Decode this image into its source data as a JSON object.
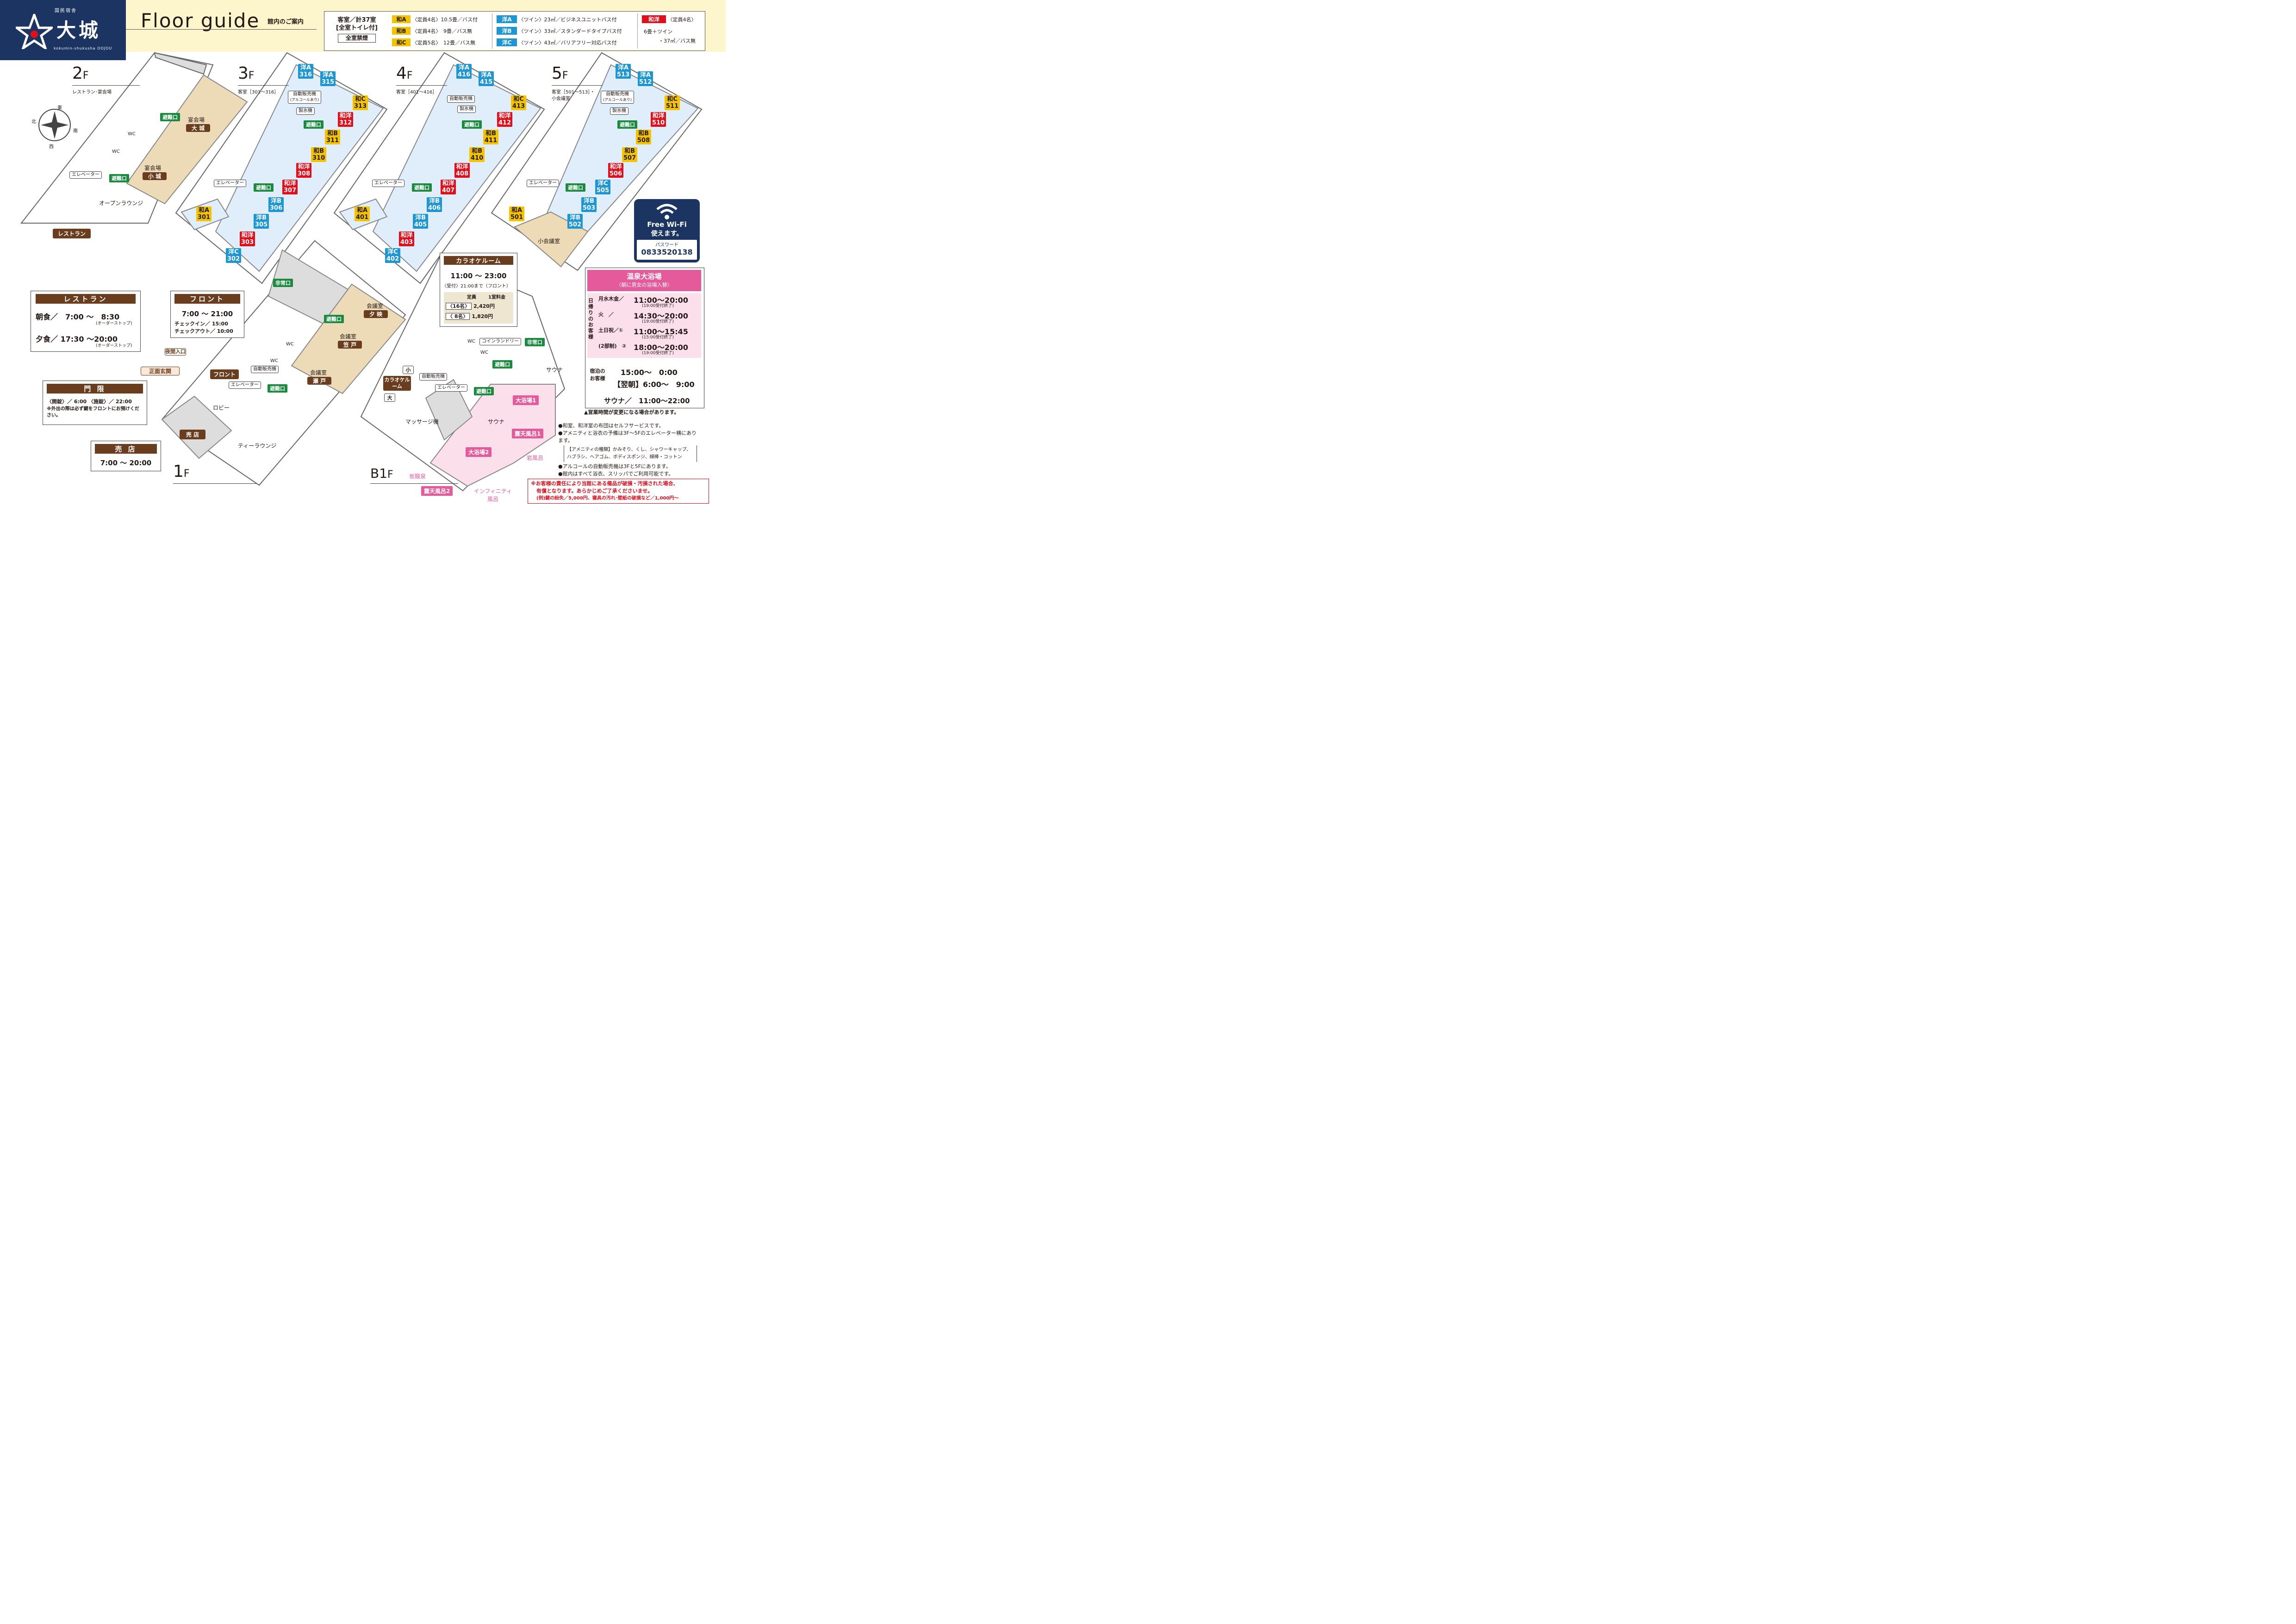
{
  "header": {
    "logo_small": "国民宿舎",
    "logo_main": "大城",
    "logo_roman": "kokumin-shukusha OOJOU",
    "title": "Floor guide",
    "title_jp": "館内のご案内"
  },
  "legend": {
    "rooms_total": "客室／計37室",
    "toilet": "[全室トイレ付]",
    "no_smoking": "全室禁煙",
    "items": [
      {
        "tag": "和A",
        "kind": "wa",
        "desc": "〈定員4名〉10.5畳／バス付"
      },
      {
        "tag": "和B",
        "kind": "wa",
        "desc": "〈定員4名〉　9畳／バス無"
      },
      {
        "tag": "和C",
        "kind": "wa",
        "desc": "〈定員5名〉　12畳／バス無"
      },
      {
        "tag": "洋A",
        "kind": "yo",
        "desc": "〈ツイン〉23㎡／ビジネスユニットバス付"
      },
      {
        "tag": "洋B",
        "kind": "yo",
        "desc": "〈ツイン〉33㎡／スタンダードタイプバス付"
      },
      {
        "tag": "洋C",
        "kind": "yo",
        "desc": "〈ツイン〉43㎡／バリアフリー対応バス付"
      },
      {
        "tag": "和洋",
        "kind": "wy",
        "desc": "〈定員4名〉"
      }
    ],
    "wayo_detail_1": "6畳＋ツイン",
    "wayo_detail_2": "・37㎡／バス無"
  },
  "floors": {
    "f2": {
      "label": "2",
      "sub": "レストラン･宴会場"
    },
    "f3": {
      "label": "3",
      "sub": "客室［301～316］"
    },
    "f4": {
      "label": "4",
      "sub": "客室［401～416］"
    },
    "f5": {
      "label": "5",
      "sub": "客室［501～513］・",
      "sub2": "小会議室"
    },
    "f1": {
      "label": "1"
    },
    "fb1": {
      "label": "B1"
    }
  },
  "compass": {
    "n": "北",
    "e": "東",
    "s": "南",
    "w": "西"
  },
  "labels": {
    "exit": "避難口",
    "emergency": "非常口",
    "elevator": "エレベーター",
    "vending": "自動販売機",
    "vending_alc": "(アルコールあり)",
    "ice": "製氷機",
    "wc": "WC",
    "banquet": "宴会場",
    "banquet_big": "大 城",
    "banquet_small": "小 城",
    "open_lounge": "オープンラウンジ",
    "restaurant": "レストラン",
    "front": "フロント",
    "lobby": "ロビー",
    "tea_lounge": "ティーラウンジ",
    "shop": "売 店",
    "night_entrance": "夜間入口",
    "main_entrance": "正面玄関",
    "meeting": "会議室",
    "meeting_yuba": "夕 映",
    "meeting_kasado": "笠 戸",
    "meeting_seto": "瀬 戸",
    "small_meeting": "小会議室",
    "karaoke_room": "カラオケルーム",
    "karaoke_big": "大",
    "karaoke_small": "小",
    "coin_laundry": "コインランドリー",
    "massage": "マッサージ機",
    "sauna": "サウナ",
    "bath1": "大浴場1",
    "bath2": "大浴場2",
    "roten1": "露天風呂1",
    "roten2": "露天風呂2",
    "iwa": "岩風呂",
    "tansan": "炭酸泉",
    "infinity": "インフィニティ風呂"
  },
  "rooms": {
    "r3": [
      {
        "t": "洋A",
        "n": "316",
        "k": "yo"
      },
      {
        "t": "洋A",
        "n": "315",
        "k": "yo"
      },
      {
        "t": "和C",
        "n": "313",
        "k": "wa"
      },
      {
        "t": "和洋",
        "n": "312",
        "k": "wy"
      },
      {
        "t": "和B",
        "n": "311",
        "k": "wa"
      },
      {
        "t": "和B",
        "n": "310",
        "k": "wa"
      },
      {
        "t": "和洋",
        "n": "308",
        "k": "wy"
      },
      {
        "t": "和洋",
        "n": "307",
        "k": "wy"
      },
      {
        "t": "洋B",
        "n": "306",
        "k": "yo"
      },
      {
        "t": "洋B",
        "n": "305",
        "k": "yo"
      },
      {
        "t": "和洋",
        "n": "303",
        "k": "wy"
      },
      {
        "t": "洋C",
        "n": "302",
        "k": "yo"
      },
      {
        "t": "和A",
        "n": "301",
        "k": "wa"
      }
    ],
    "r4": [
      {
        "t": "洋A",
        "n": "416",
        "k": "yo"
      },
      {
        "t": "洋A",
        "n": "415",
        "k": "yo"
      },
      {
        "t": "和C",
        "n": "413",
        "k": "wa"
      },
      {
        "t": "和洋",
        "n": "412",
        "k": "wy"
      },
      {
        "t": "和B",
        "n": "411",
        "k": "wa"
      },
      {
        "t": "和B",
        "n": "410",
        "k": "wa"
      },
      {
        "t": "和洋",
        "n": "408",
        "k": "wy"
      },
      {
        "t": "和洋",
        "n": "407",
        "k": "wy"
      },
      {
        "t": "洋B",
        "n": "406",
        "k": "yo"
      },
      {
        "t": "洋B",
        "n": "405",
        "k": "yo"
      },
      {
        "t": "和洋",
        "n": "403",
        "k": "wy"
      },
      {
        "t": "洋C",
        "n": "402",
        "k": "yo"
      },
      {
        "t": "和A",
        "n": "401",
        "k": "wa"
      }
    ],
    "r5": [
      {
        "t": "洋A",
        "n": "513",
        "k": "yo"
      },
      {
        "t": "洋A",
        "n": "512",
        "k": "yo"
      },
      {
        "t": "和C",
        "n": "511",
        "k": "wa"
      },
      {
        "t": "和洋",
        "n": "510",
        "k": "wy"
      },
      {
        "t": "和B",
        "n": "508",
        "k": "wa"
      },
      {
        "t": "和B",
        "n": "507",
        "k": "wa"
      },
      {
        "t": "和洋",
        "n": "506",
        "k": "wy"
      },
      {
        "t": "洋C",
        "n": "505",
        "k": "yo"
      },
      {
        "t": "洋B",
        "n": "503",
        "k": "yo"
      },
      {
        "t": "洋B",
        "n": "502",
        "k": "yo"
      },
      {
        "t": "和A",
        "n": "501",
        "k": "wa"
      }
    ]
  },
  "restaurant_box": {
    "title": "レストラン",
    "breakfast": "朝食／　7:00 ～　8:30",
    "breakfast_note": "(オーダーストップ)",
    "dinner": "夕食／ 17:30 ～20:00",
    "dinner_note": "(オーダーストップ)"
  },
  "front_box": {
    "title": "フロント",
    "hours": "7:00 ～ 21:00",
    "checkin": "チェックイン／ 15:00",
    "checkout": "チェックアウト／ 10:00"
  },
  "curfew_box": {
    "title": "門 限",
    "times": "〈開錠〉／ 6:00 〈施錠〉／ 22:00",
    "note": "※外出の際は必ず鍵をフロントにお預けください。"
  },
  "shop_box": {
    "title": "売 店",
    "hours": "7:00 ～ 20:00"
  },
  "karaoke_box": {
    "title": "カラオケルーム",
    "hours": "11:00 ～ 23:00",
    "reception": "〈受付〉21:00まで（フロント）",
    "col_cap": "定員",
    "col_price": "1室料金",
    "big_cap": "〈16名〉",
    "big_price": "2,420円",
    "small_cap": "〈 8名〉",
    "small_price": "1,820円"
  },
  "wifi": {
    "title1": "Free Wi-Fi",
    "title2": "使えます。",
    "pw_label": "パスワード",
    "password": "0833520138"
  },
  "onsen": {
    "title": "温泉大浴場",
    "subtitle": "〈朝に男女の浴場入替〉",
    "day_label": "日帰りのお客様",
    "rows": [
      {
        "day": "月水木金／",
        "time": "11:00～20:00",
        "note": "(19:00受付終了)"
      },
      {
        "day": "火　／",
        "time": "14:30～20:00",
        "note": "(19:00受付終了)"
      },
      {
        "day": "土日祝／①",
        "time": "11:00～15:45",
        "note": "(15:00受付終了)"
      },
      {
        "day": "(2部制)　②",
        "time": "18:00～20:00",
        "note": "(19:00受付終了)"
      }
    ],
    "stay_label": "宿泊のお客様",
    "stay1": "15:00～　0:00",
    "stay2": "【翌朝】6:00～　9:00",
    "sauna": "サウナ／　11:00～22:00",
    "note": "▲営業時間が変更になる場合があります。"
  },
  "notes": [
    "●和室、和洋室の布団はセルフサービスです。",
    "●アメニティと浴衣の予備は3F～5Fのエレベーター横にあります。",
    "【アメニティの種類】かみそり、くし、シャワーキャップ、",
    "ハブラシ、ヘアゴム、ボディスポンジ、綿棒・コットン",
    "●アルコールの自動販売機は3Fと5Fにあります。",
    "●館内はすべて浴衣、スリッパでご利用可能です。"
  ],
  "warning": [
    "※お客様の責任により当館にある備品が破損・汚損された場合、",
    "有償となります。あらかじめご了承くださいませ。",
    "(例)鍵の紛失／5,000円、寝具の汚れ･壁紙の破損など／1,000円～"
  ],
  "colors": {
    "navy": "#1b3461",
    "wa": "#f4c300",
    "yo": "#1e96d4",
    "wy": "#e10f1c",
    "exit": "#1a8a3f",
    "brown": "#6a3d1e",
    "pink": "#e55a9a"
  }
}
